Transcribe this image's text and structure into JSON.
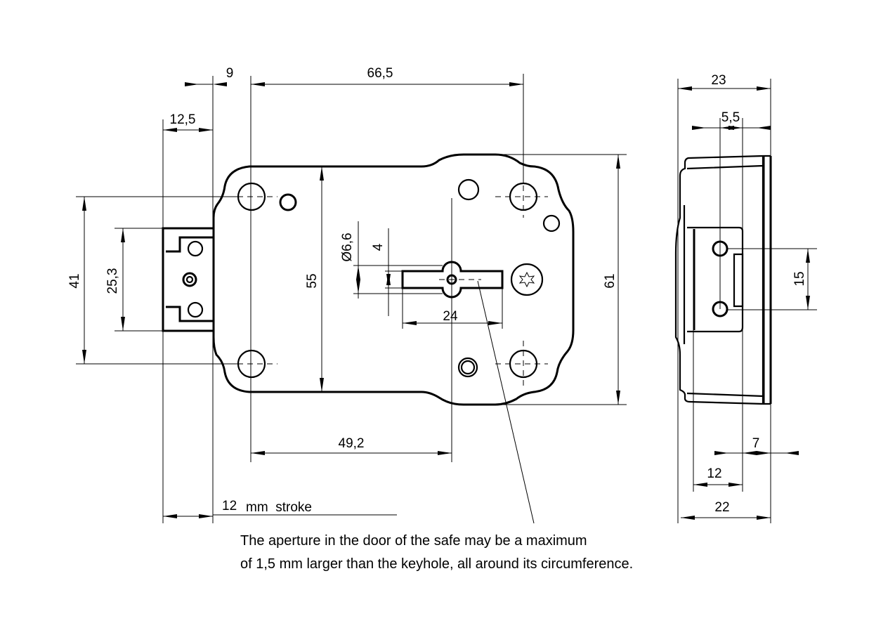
{
  "front_view": {
    "dims": {
      "d9": "9",
      "d66_5": "66,5",
      "d12_5": "12,5",
      "d41": "41",
      "d25_3": "25,3",
      "d55": "55",
      "d61": "61",
      "d49_2": "49,2",
      "d6_6": "Ø6,6",
      "d4": "4",
      "d24": "24"
    },
    "stroke_value": "12",
    "stroke_label": "mm  stroke"
  },
  "side_view": {
    "dims": {
      "d23": "23",
      "d5_5": "5,5",
      "d15": "15",
      "d7": "7",
      "d12": "12",
      "d22": "22"
    }
  },
  "note": {
    "line1": "The aperture in the door of the safe may be a maximum",
    "line2": "of 1,5 mm larger than the keyhole, all around its circumference."
  }
}
